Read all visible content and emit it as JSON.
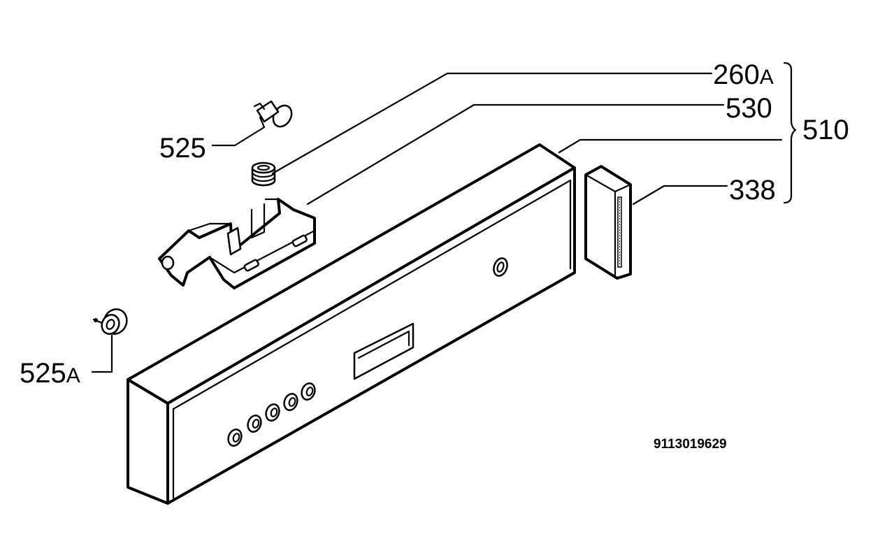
{
  "labels": {
    "l260": {
      "main": "260",
      "suffix": "A"
    },
    "l530": {
      "main": "530"
    },
    "l510": {
      "main": "510"
    },
    "l338": {
      "main": "338"
    },
    "l525": {
      "main": "525"
    },
    "l525a": {
      "main": "525",
      "suffix": "A"
    }
  },
  "diagram_code": "9113019629"
}
